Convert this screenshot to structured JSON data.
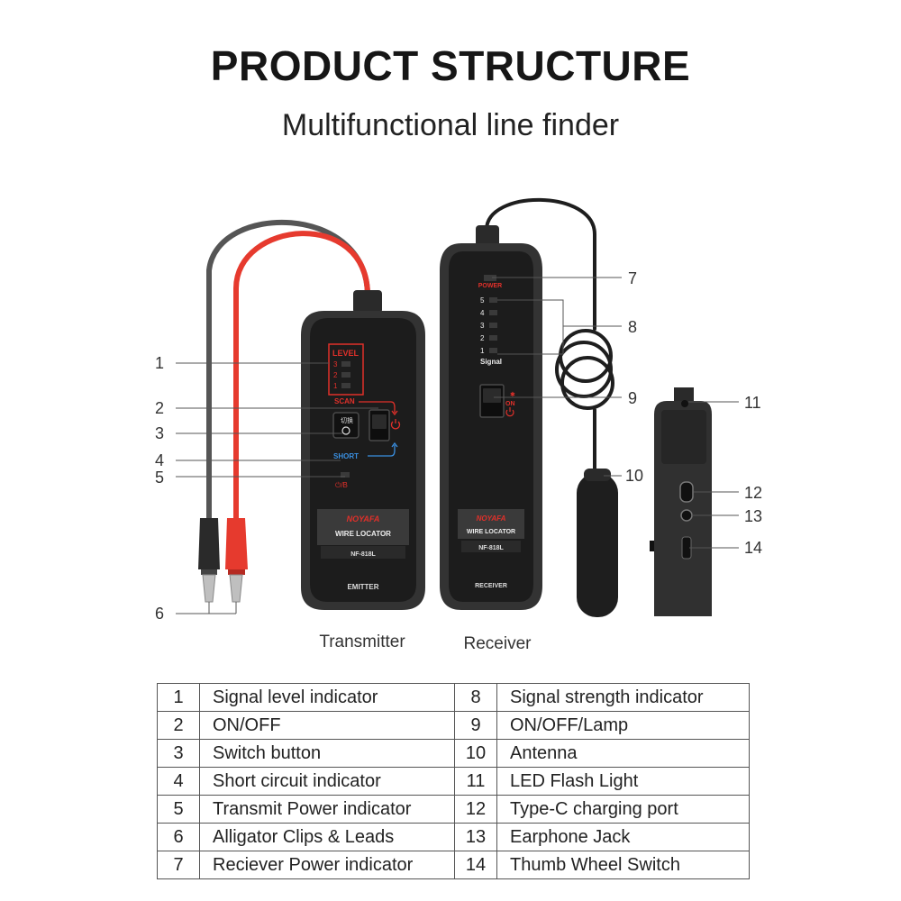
{
  "title": "PRODUCT STRUCTURE",
  "subtitle": "Multifunctional line finder",
  "transmitter": {
    "caption": "Transmitter",
    "brand": "NOYAFA",
    "name": "WIRE LOCATOR",
    "model": "NF-818L",
    "role": "EMITTER",
    "level_label": "LEVEL",
    "level_marks": [
      "3",
      "2",
      "1"
    ],
    "scan_label": "SCAN",
    "switch_text": "切换",
    "short_label": "SHORT"
  },
  "receiver": {
    "caption": "Receiver",
    "brand": "NOYAFA",
    "name": "WIRE LOCATOR",
    "model": "NF-818L",
    "role": "RECEIVER",
    "power_label": "POWER",
    "level_marks": [
      "5",
      "4",
      "3",
      "2",
      "1"
    ],
    "signal_label": "Signal",
    "on_label": "ON"
  },
  "callouts": [
    "1",
    "2",
    "3",
    "4",
    "5",
    "6",
    "7",
    "8",
    "9",
    "10",
    "11",
    "12",
    "13",
    "14"
  ],
  "parts": [
    {
      "num": "1",
      "name": "Signal level indicator"
    },
    {
      "num": "2",
      "name": "ON/OFF"
    },
    {
      "num": "3",
      "name": "Switch button"
    },
    {
      "num": "4",
      "name": "Short circuit indicator"
    },
    {
      "num": "5",
      "name": "Transmit Power indicator"
    },
    {
      "num": "6",
      "name": "Alligator Clips & Leads"
    },
    {
      "num": "7",
      "name": "Reciever Power indicator"
    },
    {
      "num": "8",
      "name": "Signal strength indicator"
    },
    {
      "num": "9",
      "name": "ON/OFF/Lamp"
    },
    {
      "num": "10",
      "name": "Antenna"
    },
    {
      "num": "11",
      "name": "LED Flash Light"
    },
    {
      "num": "12",
      "name": "Type-C charging port"
    },
    {
      "num": "13",
      "name": "Earphone Jack"
    },
    {
      "num": "14",
      "name": "Thumb Wheel Switch"
    }
  ],
  "colors": {
    "accent_red": "#e0302a",
    "accent_blue": "#3a8fe0",
    "body": "#1d1d1d",
    "rim": "#3a3a3a"
  }
}
